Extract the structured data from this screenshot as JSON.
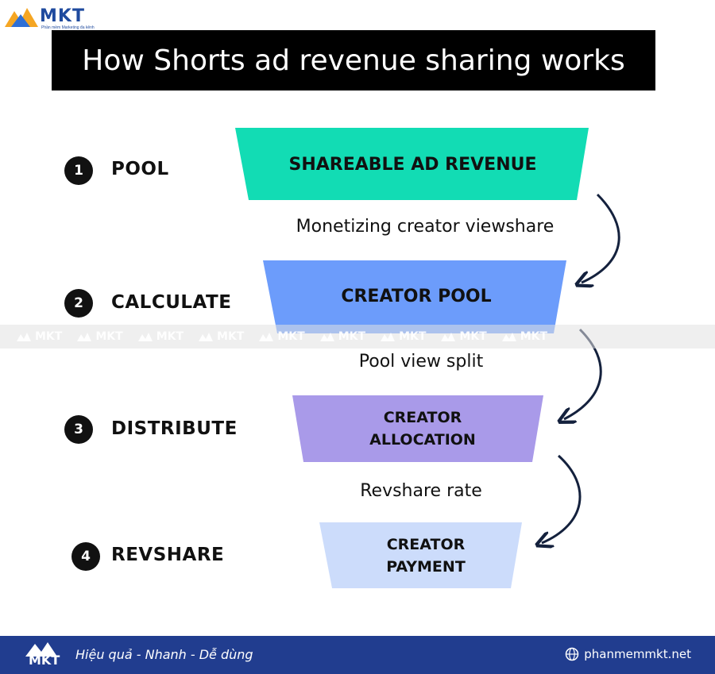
{
  "brand": {
    "name": "MKT",
    "sub": "Phần mềm Marketing đa kênh"
  },
  "title": "How Shorts ad revenue sharing works",
  "steps": [
    {
      "num": "1",
      "label": "POOL"
    },
    {
      "num": "2",
      "label": "CALCULATE"
    },
    {
      "num": "3",
      "label": "DISTRIBUTE"
    },
    {
      "num": "4",
      "label": "REVSHARE"
    }
  ],
  "funnel": [
    {
      "line1": "SHAREABLE AD REVENUE",
      "line2": "",
      "color": "#12dcb4"
    },
    {
      "line1": "CREATOR POOL",
      "line2": "",
      "color": "#6c9cfb"
    },
    {
      "line1": "CREATOR",
      "line2": "ALLOCATION",
      "color": "#a99ae9"
    },
    {
      "line1": "CREATOR",
      "line2": "PAYMENT",
      "color": "#ccdcfb"
    }
  ],
  "connectors": [
    "Monetizing creator viewshare",
    "Pool view split",
    "Revshare rate"
  ],
  "watermark": {
    "text": "MKT"
  },
  "footer": {
    "logo": "MKT",
    "tagline": "Hiệu quả - Nhanh - Dễ dùng",
    "site": "phanmemmkt.net",
    "bg": "#213d8f"
  }
}
